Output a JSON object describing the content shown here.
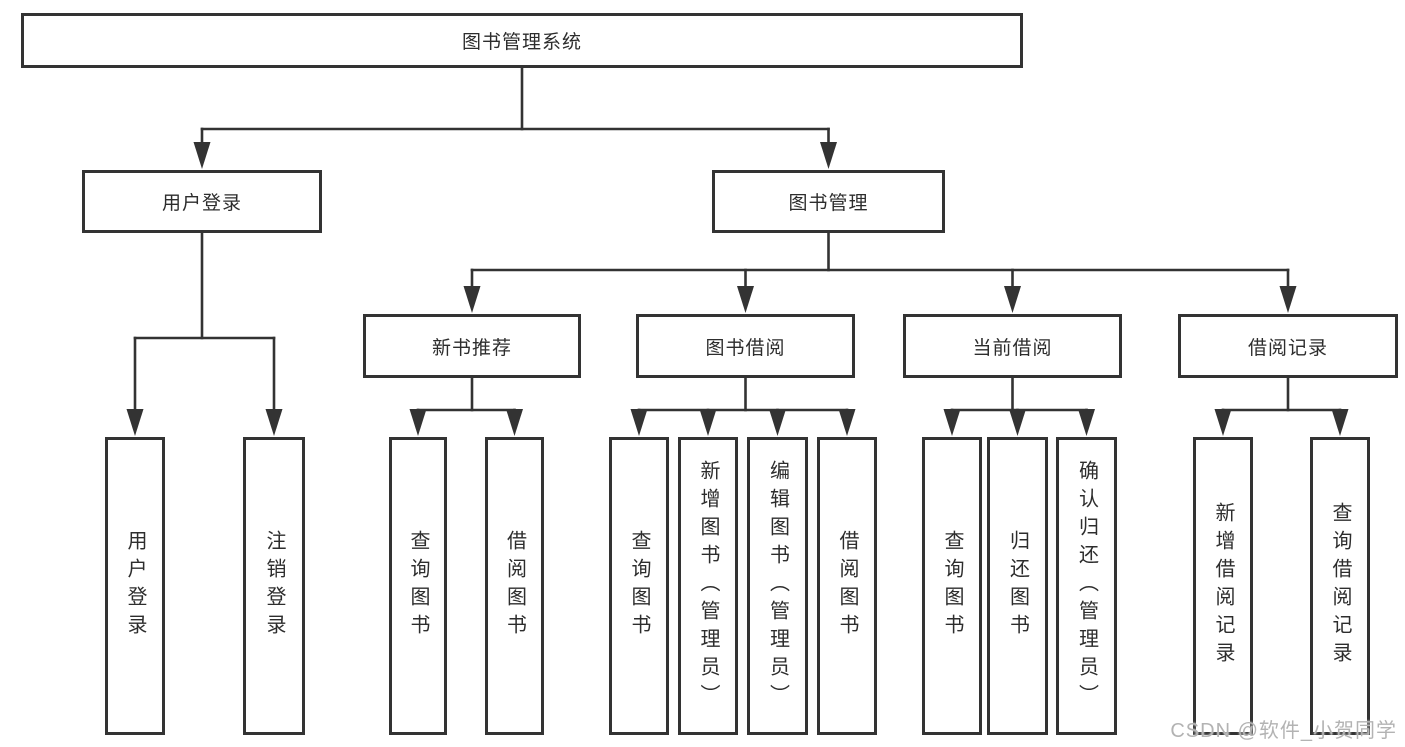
{
  "diagram": {
    "nodes": [
      {
        "id": "root",
        "label": "图书管理系统"
      },
      {
        "id": "user-login",
        "label": "用户登录"
      },
      {
        "id": "book-mgmt",
        "label": "图书管理"
      },
      {
        "id": "user-login-leaf",
        "label": "用户登录"
      },
      {
        "id": "logout",
        "label": "注销登录"
      },
      {
        "id": "new-book-rec",
        "label": "新书推荐"
      },
      {
        "id": "book-borrow",
        "label": "图书借阅"
      },
      {
        "id": "current-borrow",
        "label": "当前借阅"
      },
      {
        "id": "borrow-record",
        "label": "借阅记录"
      },
      {
        "id": "query-book-1",
        "label": "查询图书"
      },
      {
        "id": "borrow-book-1",
        "label": "借阅图书"
      },
      {
        "id": "query-book-2",
        "label": "查询图书"
      },
      {
        "id": "add-book",
        "label": "新增图书（管理员）"
      },
      {
        "id": "edit-book",
        "label": "编辑图书（管理员）"
      },
      {
        "id": "borrow-book-2",
        "label": "借阅图书"
      },
      {
        "id": "query-book-3",
        "label": "查询图书"
      },
      {
        "id": "return-book",
        "label": "归还图书"
      },
      {
        "id": "confirm-return",
        "label": "确认归还（管理员）"
      },
      {
        "id": "add-borrow-record",
        "label": "新增借阅记录"
      },
      {
        "id": "query-borrow-record",
        "label": "查询借阅记录"
      }
    ],
    "edges": [
      [
        "root",
        "user-login"
      ],
      [
        "root",
        "book-mgmt"
      ],
      [
        "user-login",
        "user-login-leaf"
      ],
      [
        "user-login",
        "logout"
      ],
      [
        "book-mgmt",
        "new-book-rec"
      ],
      [
        "book-mgmt",
        "book-borrow"
      ],
      [
        "book-mgmt",
        "current-borrow"
      ],
      [
        "book-mgmt",
        "borrow-record"
      ],
      [
        "new-book-rec",
        "query-book-1"
      ],
      [
        "new-book-rec",
        "borrow-book-1"
      ],
      [
        "book-borrow",
        "query-book-2"
      ],
      [
        "book-borrow",
        "add-book"
      ],
      [
        "book-borrow",
        "edit-book"
      ],
      [
        "book-borrow",
        "borrow-book-2"
      ],
      [
        "current-borrow",
        "query-book-3"
      ],
      [
        "current-borrow",
        "return-book"
      ],
      [
        "current-borrow",
        "confirm-return"
      ],
      [
        "borrow-record",
        "add-borrow-record"
      ],
      [
        "borrow-record",
        "query-borrow-record"
      ]
    ]
  },
  "watermark": {
    "text": "CSDN @软件_小贺同学"
  },
  "colors": {
    "line": "#333333",
    "box_border": "#333333",
    "text": "#2d2d2d",
    "background": "#ffffff",
    "watermark": "#b3b3b3"
  }
}
